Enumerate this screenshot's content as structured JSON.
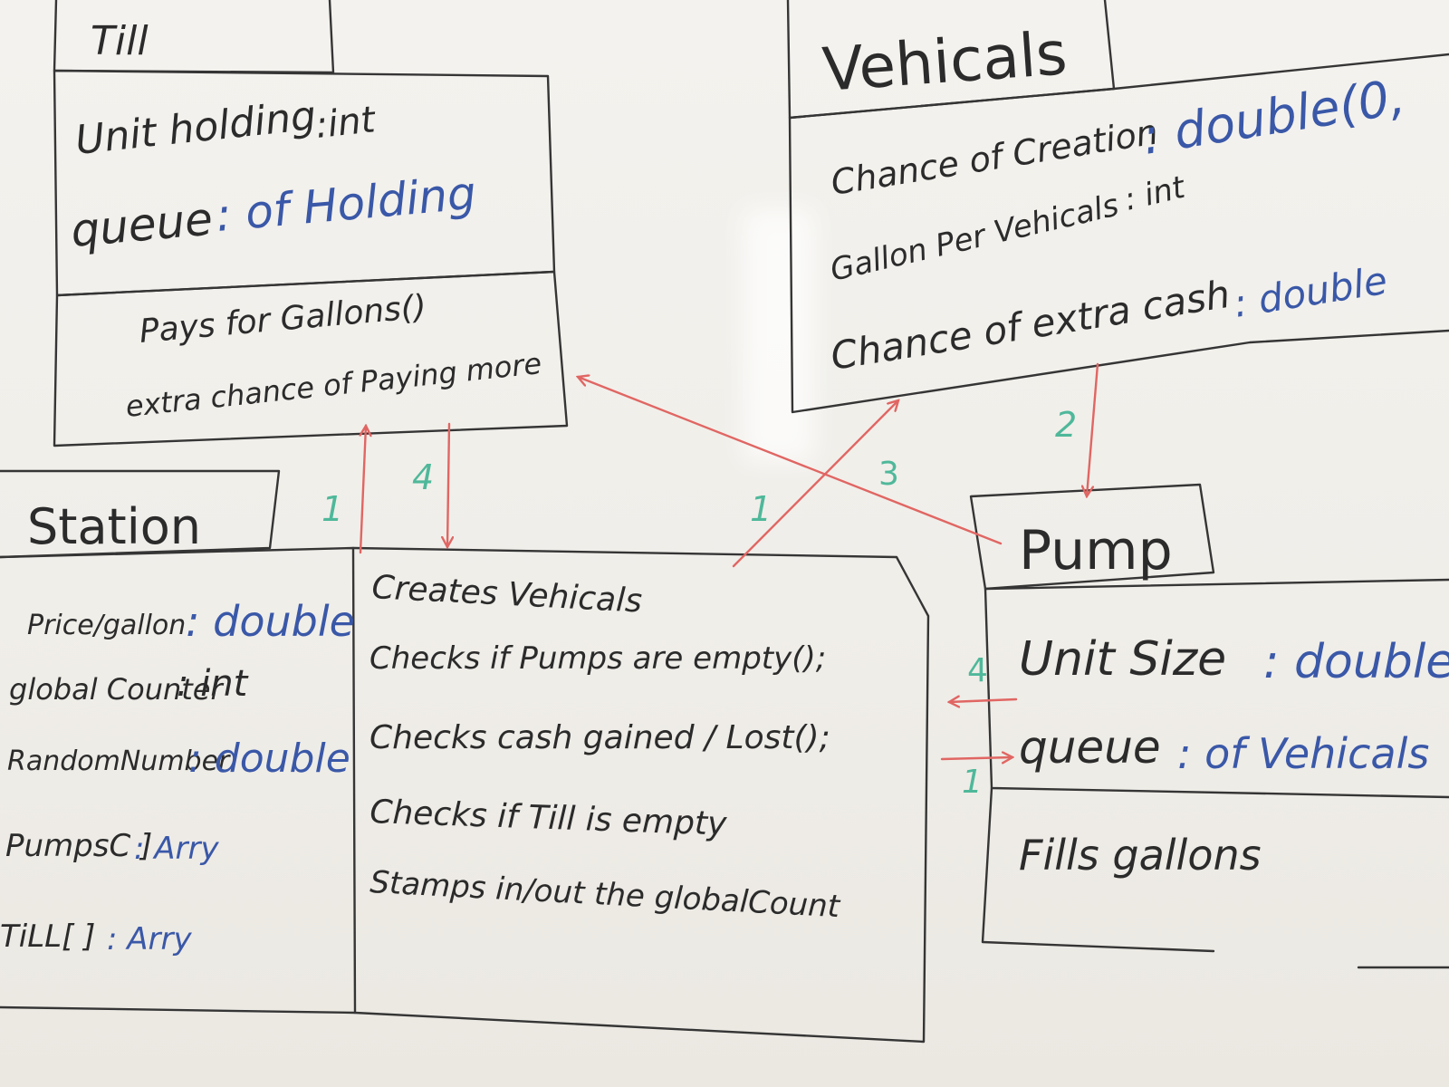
{
  "till": {
    "title": "Till",
    "attributes": [
      {
        "name": "Unit holding",
        "type": ":int"
      },
      {
        "name": "queue",
        "type": ": of Holding"
      }
    ],
    "methods": [
      "Pays for Gallons()",
      "extra chance of Paying more"
    ]
  },
  "vehicals": {
    "title": "Vehicals",
    "attributes": [
      {
        "name": "Chance of Creation",
        "type": ": double(0,"
      },
      {
        "name": "Gallon Per Vehicals",
        "type": ": int"
      },
      {
        "name": "Chance of extra cash",
        "type": ": double"
      }
    ]
  },
  "station": {
    "title": "Station",
    "attributes": [
      {
        "name": "Price/gallon",
        "type": ": double"
      },
      {
        "name": "global Counter",
        "type": ": int"
      },
      {
        "name": "RandomNumber",
        "type": ": double"
      },
      {
        "name": "PumpsC ]",
        "type": ": Arry"
      },
      {
        "name": "TiLL[ ]",
        "type": ": Arry"
      }
    ],
    "methods": [
      "Creates Vehicals",
      "Checks if Pumps are empty();",
      "Checks cash gained / Lost();",
      "Checks if Till is empty",
      "Stamps in/out the globalCount"
    ]
  },
  "pump": {
    "title": "Pump",
    "attributes": [
      {
        "name": "Unit Size",
        "type": ": double"
      },
      {
        "name": "queue",
        "type": ": of Vehicals"
      }
    ],
    "methods": [
      "Fills gallons"
    ]
  },
  "arrow_labels": {
    "station_to_till": "1",
    "till_to_station": "4",
    "station_to_vehicals": "1",
    "pump_to_till": "3",
    "vehicals_to_pump": "2",
    "pump_to_station": "4",
    "station_to_pump": "1"
  },
  "colors": {
    "marker_black": "#2b2b2b",
    "marker_blue": "#3a58a8",
    "marker_red": "#e06663",
    "marker_green": "#4fb89a",
    "board": "#f2f0ec"
  }
}
